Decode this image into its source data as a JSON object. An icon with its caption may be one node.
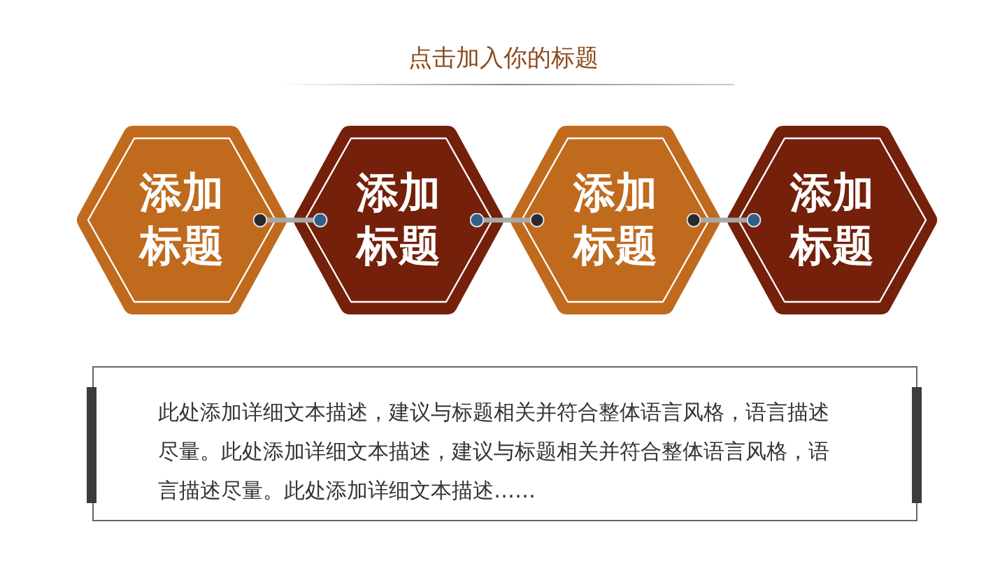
{
  "diagram": {
    "title": "点击加入你的标题",
    "nodes": [
      {
        "text": [
          "添加标题"
        ]
      },
      {
        "text": [
          "添加标题"
        ]
      },
      {
        "text": [
          "添加标题"
        ]
      },
      {
        "text": [
          "添加标题"
        ]
      },
      {
        "text": [
          "此处添加详细文本描述，建议与标题相关并符合整体语言风格，语言描述尽量。此处添加详细文本描述，建议与标题相关并符合整体语言风格，语言描述尽量。此处添加详细文本描述……"
        ]
      }
    ],
    "edges": [
      {
        "from": 0,
        "to": 1,
        "arrow": "other"
      },
      {
        "from": 1,
        "to": 2,
        "arrow": "other"
      },
      {
        "from": 2,
        "to": 3,
        "arrow": "other"
      }
    ]
  }
}
